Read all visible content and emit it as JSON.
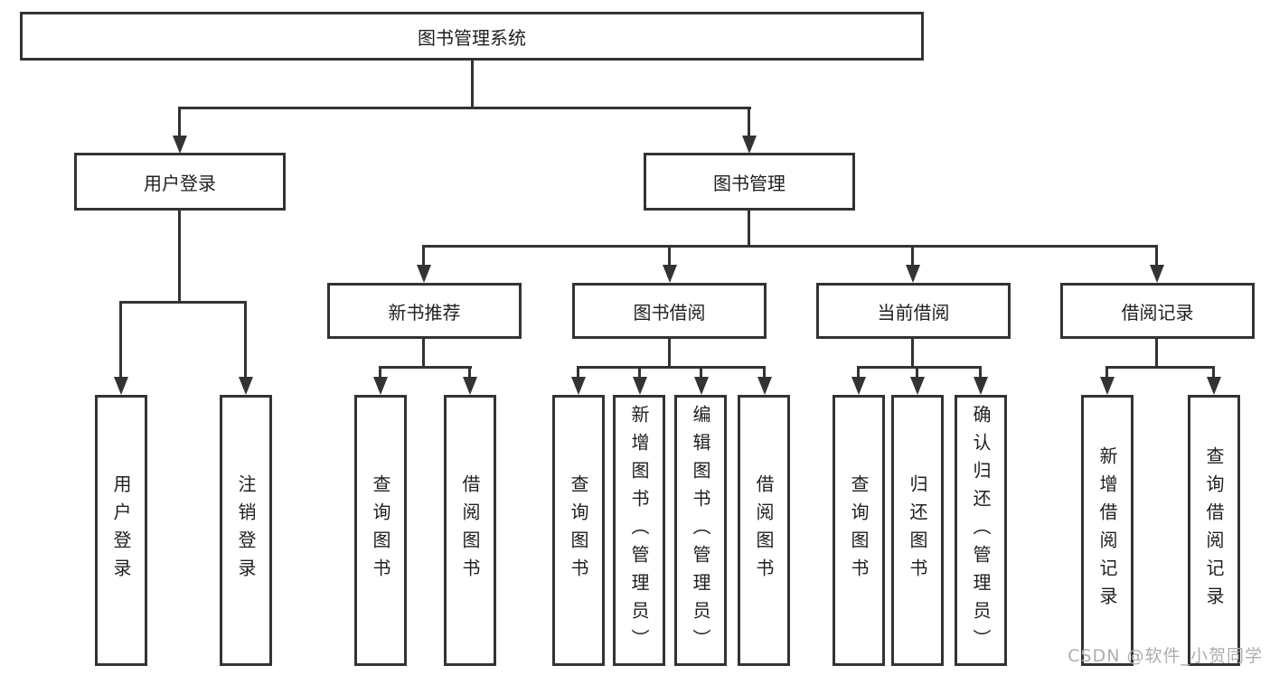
{
  "tree": {
    "root": {
      "label": "图书管理系统"
    },
    "level2": [
      {
        "label": "用户登录",
        "children": [
          {
            "label": "用户登录"
          },
          {
            "label": "注销登录"
          }
        ]
      },
      {
        "label": "图书管理",
        "children": [
          {
            "label": "新书推荐",
            "children": [
              {
                "label": "查询图书"
              },
              {
                "label": "借阅图书"
              }
            ]
          },
          {
            "label": "图书借阅",
            "children": [
              {
                "label": "查询图书"
              },
              {
                "label": "新增图书（管理员）"
              },
              {
                "label": "编辑图书（管理员）"
              },
              {
                "label": "借阅图书"
              }
            ]
          },
          {
            "label": "当前借阅",
            "children": [
              {
                "label": "查询图书"
              },
              {
                "label": "归还图书"
              },
              {
                "label": "确认归还（管理员）"
              }
            ]
          },
          {
            "label": "借阅记录",
            "children": [
              {
                "label": "新增借阅记录"
              },
              {
                "label": "查询借阅记录"
              }
            ]
          }
        ]
      }
    ]
  },
  "watermark": {
    "text": "CSDN @软件_小贺同学"
  },
  "colors": {
    "line": "#333333",
    "box_border": "#333333",
    "text": "#1f1f1f",
    "background": "#ffffff",
    "watermark": "#adadad"
  }
}
